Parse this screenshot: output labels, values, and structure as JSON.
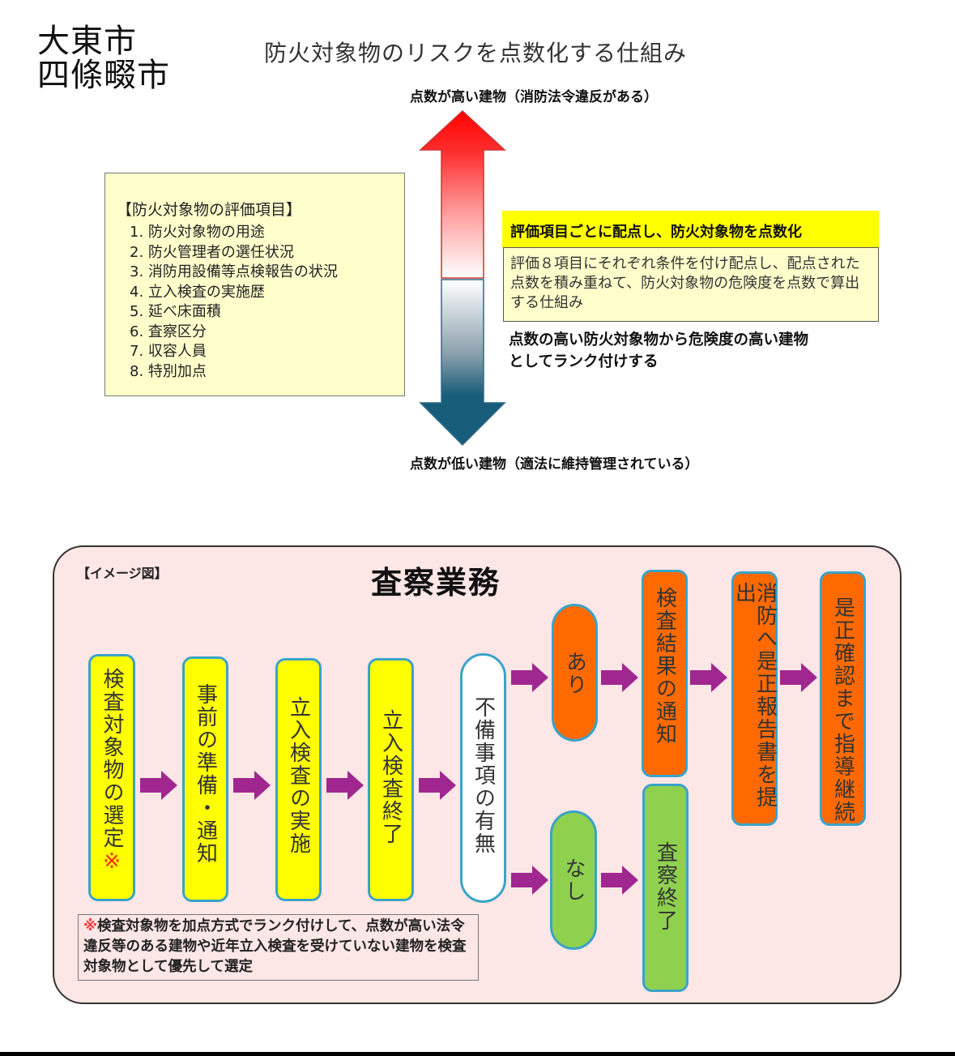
{
  "header": {
    "city_line1": "大東市",
    "city_line2": "四條畷市",
    "title": "防火対象物のリスクを点数化する仕組み"
  },
  "risk_scale": {
    "high_label": "点数が高い建物（消防法令違反がある）",
    "low_label": "点数が低い建物（適法に維持管理されている）",
    "high_color": "#ff0000",
    "low_color": "#175d7a"
  },
  "evaluation": {
    "title": "【防火対象物の評価項目】",
    "items": [
      "1. 防火対象物の用途",
      "2. 防火管理者の選任状況",
      "3. 消防用設備等点検報告の状況",
      "4. 立入検査の実施歴",
      "5. 延べ床面積",
      "6. 査察区分",
      "7. 収容人員",
      "8. 特別加点"
    ]
  },
  "scoring": {
    "heading": "評価項目ごとに配点し、防火対象物を点数化",
    "body": "評価８項目にそれぞれ条件を付け配点し、配点された点数を積み重ねて、防火対象物の危険度を点数で算出する仕組み",
    "rank_text_line1": "点数の高い防火対象物から危険度の高い建物",
    "rank_text_line2": "としてランク付けする"
  },
  "workflow": {
    "tag": "【イメージ図】",
    "title": "査察業務",
    "steps": [
      {
        "label": "検査対象物の選定",
        "mark": "※",
        "color": "#ffff00"
      },
      {
        "label": "事前の準備・通知",
        "color": "#ffff00"
      },
      {
        "label": "立入検査の実施",
        "color": "#ffff00"
      },
      {
        "label": "立入検査終了",
        "color": "#ffff00"
      },
      {
        "label": "不備事項の有無",
        "color": "#ffffff"
      },
      {
        "label": "あり",
        "color": "#ff6a00"
      },
      {
        "label": "検査結果の通知",
        "color": "#ff6a00"
      },
      {
        "label": "消防へ是正報告書を提出",
        "color": "#ff6a00"
      },
      {
        "label": "是正確認まで指導継続",
        "color": "#ff6a00"
      },
      {
        "label": "なし",
        "color": "#8fd14f"
      },
      {
        "label": "査察終了",
        "color": "#8fd14f"
      }
    ],
    "arrow_color": "#a0278f",
    "footnote_mark": "※",
    "footnote": "検査対象物を加点方式でランク付けして、点数が高い法令違反等のある建物や近年立入検査を受けていない建物を検査対象物として優先して選定"
  }
}
